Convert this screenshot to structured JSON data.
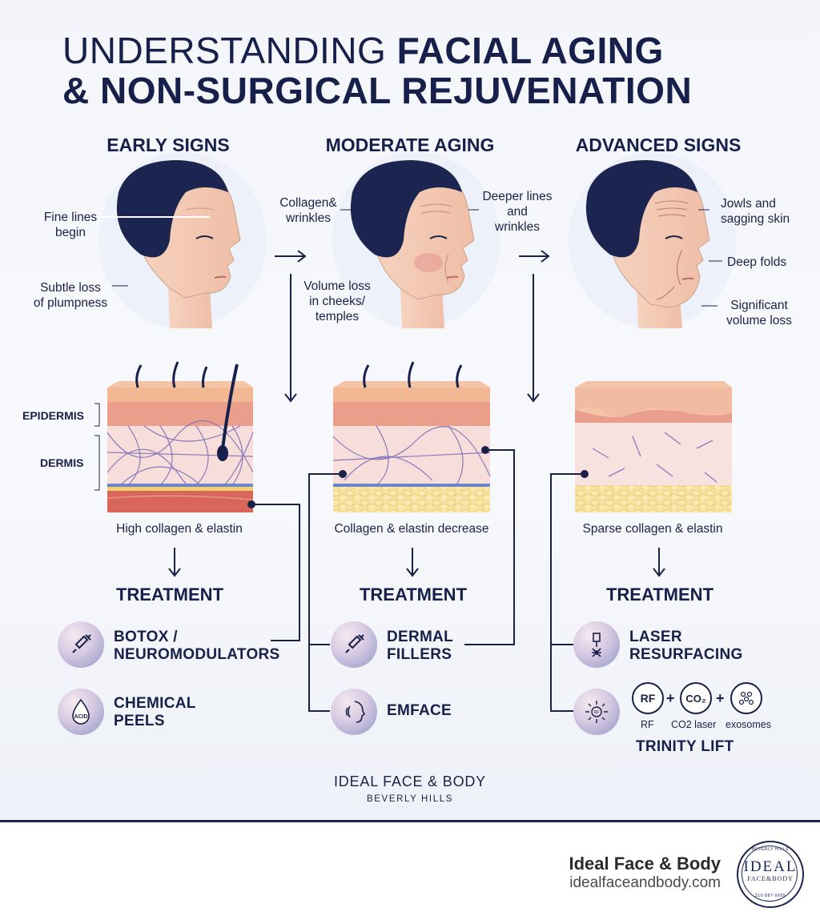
{
  "title": {
    "line1_light": "UNDERSTANDING ",
    "line1_bold": "FACIAL AGING",
    "line2": "& NON-SURGICAL REJUVENATION"
  },
  "columns": [
    {
      "heading": "EARLY SIGNS",
      "annotations": [
        "Fine lines\nbegin",
        "Subtle loss\nof plumpness"
      ],
      "caption": "High collagen & elastin",
      "treatment_heading": "TREATMENT",
      "treatments": [
        {
          "label": "BOTOX /\nNEUROMODULATORS",
          "icon": "syringe-icon"
        },
        {
          "label": "CHEMICAL\nPEELS",
          "icon": "acid-drop-icon",
          "icon_text": "ACID"
        }
      ]
    },
    {
      "heading": "MODERATE AGING",
      "annotations": [
        "Collagen&\nwrinkles",
        "Deeper lines\nand\nwrinkles",
        "Volume loss\nin cheeks/\ntemples"
      ],
      "caption": "Collagen & elastin decrease",
      "treatment_heading": "TREATMENT",
      "treatments": [
        {
          "label": "DERMAL\nFILLERS",
          "icon": "syringe-icon"
        },
        {
          "label": "EMFACE",
          "icon": "face-profile-icon"
        }
      ]
    },
    {
      "heading": "ADVANCED SIGNS",
      "annotations": [
        "Jowls and\nsagging skin",
        "Deep folds",
        "Significant\nvolume loss"
      ],
      "caption": "Sparse collagen & elastin",
      "treatment_heading": "TREATMENT",
      "treatments": [
        {
          "label": "LASER\nRESURFACING",
          "icon": "laser-icon"
        },
        {
          "label": "TRINITY LIFT",
          "icon": "rf-burst-icon",
          "icon_text": "RF"
        }
      ],
      "trinity": {
        "rf": "RF",
        "co2": "CO₂",
        "rf_caption": "RF",
        "co2_caption": "CO2 laser",
        "exo_caption": "exosomes",
        "plus": "+"
      }
    }
  ],
  "layers": {
    "epidermis": "EPIDERMIS",
    "dermis": "DERMIS"
  },
  "brand": {
    "name": "IDEAL FACE & BODY",
    "location": "BEVERLY HILLS"
  },
  "footer": {
    "name": "Ideal Face & Body",
    "url": "idealfaceandbody.com",
    "seal": {
      "top": "BEVERLY HILLS",
      "main": "IDEAL",
      "sub": "FACE&BODY",
      "bottom": "310-887-9995"
    }
  },
  "colors": {
    "navy": "#16204a",
    "skin": "#f3c9b3",
    "epidermis": "#e99b8a",
    "dermis": "#f7d9d6",
    "fiber": "#6d63b0",
    "fat": "#f6dc8c",
    "muscle": "#d9665a"
  }
}
